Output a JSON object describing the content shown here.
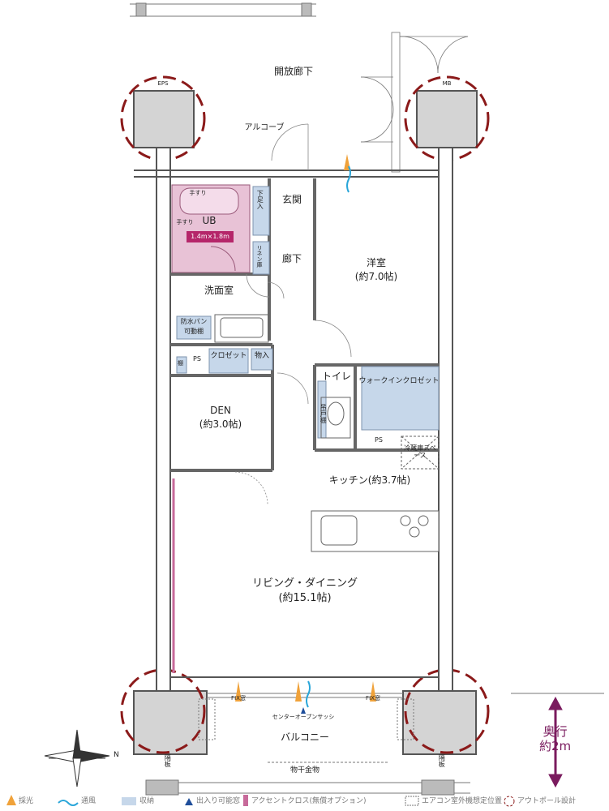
{
  "colors": {
    "wall": "#555555",
    "storage": "#c6d7ea",
    "bath": "#e8c2d6",
    "column_ring": "#8b1a1a",
    "light": "#f0a23a",
    "wind": "#2aa6d9",
    "accent_cross": "#c76a9a",
    "depth_arrow": "#7a1b5e"
  },
  "rooms": {
    "corridor": "開放廊下",
    "alcove": "アルコーブ",
    "eps": "EPS",
    "mb": "MB",
    "entrance": "玄関",
    "shoe_box": "下足入",
    "hall": "廊下",
    "linen": "リネン庫",
    "ub_rail": "手すり",
    "ub_rail2": "手すり",
    "ub": "UB",
    "ub_size": "1.4m×1.8m",
    "washroom": "洗面室",
    "waterproof_pan": "防水パン",
    "movable_shelf": "可動棚",
    "ps1": "PS",
    "closet": "クロゼット",
    "storage": "物入",
    "shelf": "棚",
    "western_room": "洋室",
    "western_size": "(約7.0帖)",
    "toilet": "トイレ",
    "walkin": "ウォークインクロゼット",
    "hanging_shelf": "吊戸棚",
    "ps2": "PS",
    "fridge": "冷蔵庫スペース",
    "den": "DEN",
    "den_size": "(約3.0帖)",
    "kitchen": "キッチン(約3.7帖)",
    "living": "リビング・ダイニング",
    "living_size": "(約15.1帖)",
    "fix_left": "FIX窓",
    "fix_right": "FIX窓",
    "center_sash": "センターオープンサッシ",
    "balcony": "バルコニー",
    "partition_left": "隔板",
    "partition_right": "隔板",
    "drying_rack": "物干金物",
    "depth_label": "奥行",
    "depth_value": "約2m",
    "compass_n": "N"
  },
  "legend": [
    {
      "icon": "light-icon",
      "label": "採光"
    },
    {
      "icon": "wind-icon",
      "label": "通風"
    },
    {
      "icon": "storage-swatch-icon",
      "label": "収納"
    },
    {
      "icon": "entry-triangle-icon",
      "label": "出入り可能窓"
    },
    {
      "icon": "accent-cross-icon",
      "label": "アクセントクロス(無償オプション)"
    },
    {
      "icon": "ac-unit-icon",
      "label": "エアコン室外機想定位置"
    },
    {
      "icon": "outpole-icon",
      "label": "アウトポール設計"
    }
  ]
}
